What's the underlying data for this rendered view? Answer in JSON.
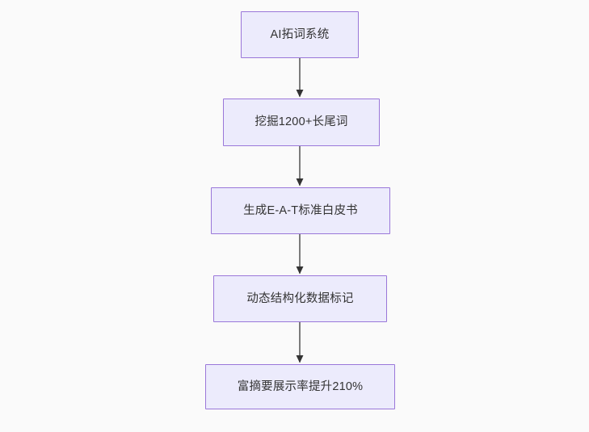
{
  "diagram": {
    "type": "flowchart",
    "orientation": "top-to-bottom",
    "background_color": "#fafafa",
    "node_fill_color": "#ecebfc",
    "node_border_color": "#9a77d9",
    "node_text_color": "#333333",
    "edge_color": "#666666",
    "arrowhead_color": "#333333",
    "nodes": [
      {
        "id": "n1",
        "label": "AI拓词系统"
      },
      {
        "id": "n2",
        "label": "挖掘1200+长尾词"
      },
      {
        "id": "n3",
        "label": "生成E-A-T标准白皮书"
      },
      {
        "id": "n4",
        "label": "动态结构化数据标记"
      },
      {
        "id": "n5",
        "label": "富摘要展示率提升210%"
      }
    ],
    "edges": [
      {
        "from": "n1",
        "to": "n2",
        "label": ""
      },
      {
        "from": "n2",
        "to": "n3",
        "label": ""
      },
      {
        "from": "n3",
        "to": "n4",
        "label": ""
      },
      {
        "from": "n4",
        "to": "n5",
        "label": ""
      }
    ]
  }
}
